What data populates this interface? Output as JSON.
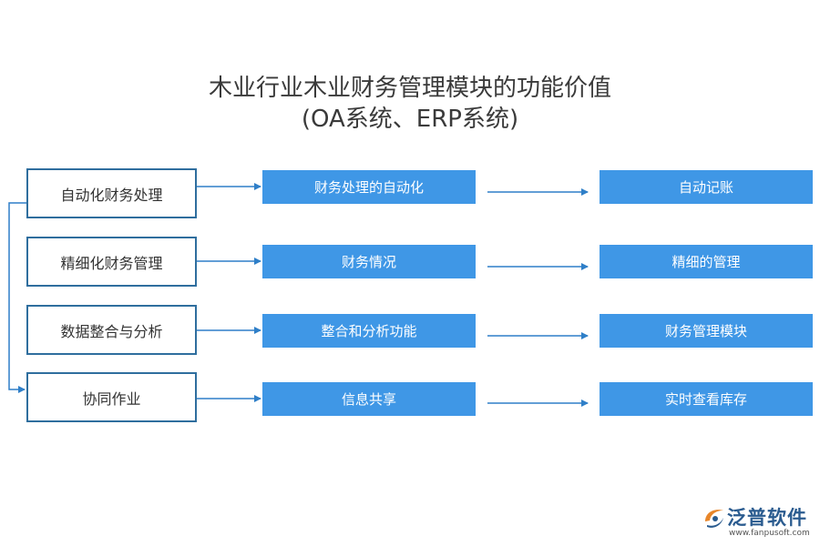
{
  "title": {
    "line1": "木业行业木业财务管理模块的功能价值",
    "line2": "(OA系统、ERP系统)"
  },
  "rows": [
    {
      "left": "自动化财务处理",
      "middle": "财务处理的自动化",
      "right": "自动记账"
    },
    {
      "left": "精细化财务管理",
      "middle": "财务情况",
      "right": "精细的管理"
    },
    {
      "left": "数据整合与分析",
      "middle": "整合和分析功能",
      "right": "财务管理模块"
    },
    {
      "left": "协同作业",
      "middle": "信息共享",
      "right": "实时查看库存"
    }
  ],
  "logo": {
    "name": "泛普软件",
    "url": "www.fanpusoft.com"
  },
  "colors": {
    "box_fill": "#3f97e6",
    "box_border": "#2f6e9e",
    "arrow": "#2f7fc8"
  }
}
